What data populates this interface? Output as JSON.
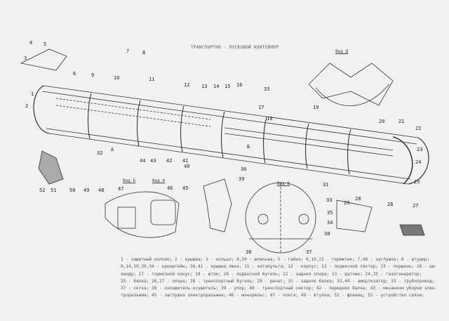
{
  "title": "ТРАНСПОРТНО - ПУСКОВОЙ КОНТЕЙНЕР",
  "views": [
    "Вид Д",
    "Вид Б",
    "Вид А",
    "Вид В"
  ],
  "callouts": [
    "4",
    "5",
    "3",
    "7",
    "8",
    "6",
    "9",
    "10",
    "11",
    "12",
    "13",
    "14",
    "15",
    "16",
    "33",
    "1",
    "2",
    "17",
    "18",
    "20",
    "21",
    "22",
    "23",
    "24",
    "25",
    "26",
    "27",
    "28",
    "29",
    "30",
    "31",
    "32",
    "А",
    "Б",
    "44",
    "43",
    "42",
    "41",
    "40",
    "36",
    "39",
    "48",
    "49",
    "50",
    "51",
    "52",
    "47",
    "46",
    "45",
    "38",
    "37",
    "34",
    "35",
    "33",
    "19"
  ],
  "legend": [
    "1 - защитный колпак; 2 - крышка; 3 - кольцо; 4,50 - шпилька; 5 - гайка; 6,10,21 - герметик; 7,48 - заглушка; 8 - штуцер;",
    "9,14,19,30,34 - кронштейн; 36,41 - крышка люка; 11 - катапульта; 12 - корпус; 13 - подвесной сектор; 15 - поршень; 16 - ци-",
    "линдр; 17 - тормозной конус; 18 - шток; 20 - подвесной бугель; 22 - задняя опора; 23 - датчик; 24,35 - газогенератор;",
    "25 - балка; 26,27 - опора; 28 - транспортный бугель; 29 - рычаг; 31 - задняя балка; 32,44 - амортизатор; 33 - трубопровод;",
    "37 - сетка; 38 - охладитель-осушитель; 39 - упор; 40 - транспортный сектор; 42 - передняя балка; 43 - механизм уборки элек-",
    "троразъема; 45 - заглушка электроразъема; 46 - монорельс; 47 - плита; 49 - втулка; 51 - фланец; 52 - устройство связи;"
  ]
}
